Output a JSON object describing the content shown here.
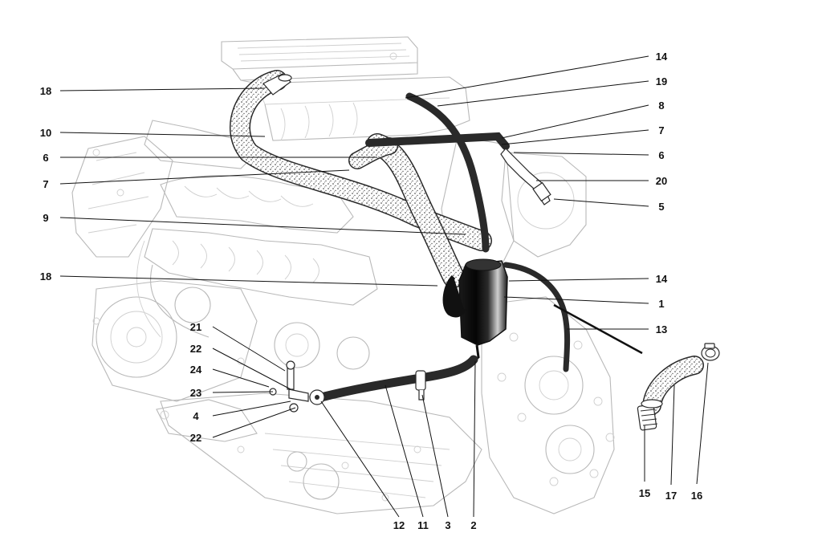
{
  "callouts": [
    {
      "id": "c18a",
      "label": "18"
    },
    {
      "id": "c10",
      "label": "10"
    },
    {
      "id": "c6a",
      "label": "6"
    },
    {
      "id": "c7a",
      "label": "7"
    },
    {
      "id": "c9",
      "label": "9"
    },
    {
      "id": "c18b",
      "label": "18"
    },
    {
      "id": "c21",
      "label": "21"
    },
    {
      "id": "c22a",
      "label": "22"
    },
    {
      "id": "c24",
      "label": "24"
    },
    {
      "id": "c23",
      "label": "23"
    },
    {
      "id": "c4",
      "label": "4"
    },
    {
      "id": "c22b",
      "label": "22"
    },
    {
      "id": "c14a",
      "label": "14"
    },
    {
      "id": "c19",
      "label": "19"
    },
    {
      "id": "c8",
      "label": "8"
    },
    {
      "id": "c7b",
      "label": "7"
    },
    {
      "id": "c6b",
      "label": "6"
    },
    {
      "id": "c20",
      "label": "20"
    },
    {
      "id": "c5",
      "label": "5"
    },
    {
      "id": "c14b",
      "label": "14"
    },
    {
      "id": "c1",
      "label": "1"
    },
    {
      "id": "c13",
      "label": "13"
    },
    {
      "id": "c12",
      "label": "12"
    },
    {
      "id": "c11",
      "label": "11"
    },
    {
      "id": "c3",
      "label": "3"
    },
    {
      "id": "c2",
      "label": "2"
    },
    {
      "id": "c15",
      "label": "15"
    },
    {
      "id": "c17",
      "label": "17"
    },
    {
      "id": "c16",
      "label": "16"
    }
  ]
}
